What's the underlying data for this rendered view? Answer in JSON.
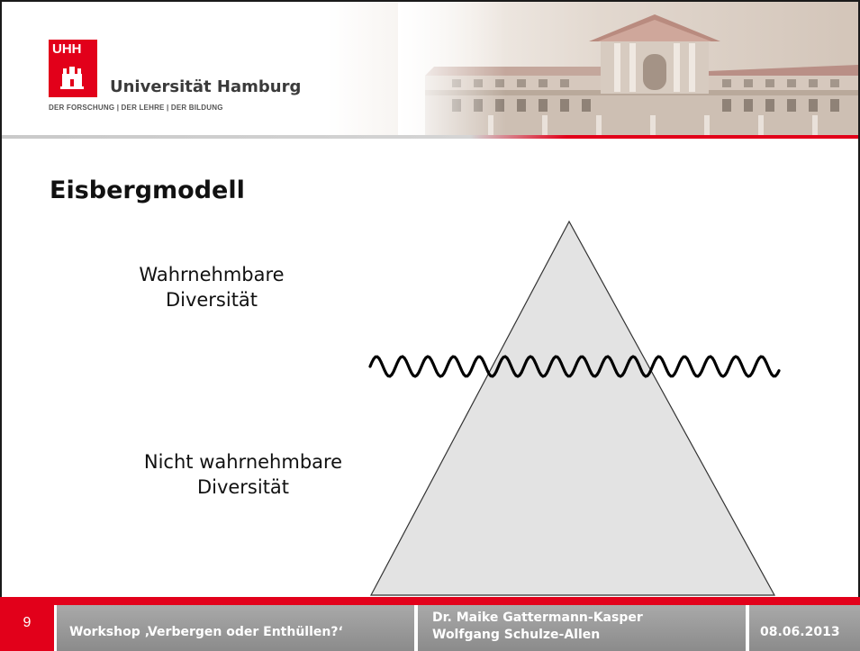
{
  "header": {
    "logo": {
      "badge_text": "UHH",
      "university_name": "Universität Hamburg",
      "tagline": "DER FORSCHUNG | DER LEHRE | DER BILDUNG",
      "brand_color": "#e2001a"
    },
    "banner_image": "university-main-building-illustration"
  },
  "slide": {
    "title": "Eisbergmodell"
  },
  "diagram": {
    "shape": "iceberg-triangle",
    "waterline": "wavy-line",
    "fill_color": "#e3e3e3",
    "labels": {
      "above_line_1": "Wahrnehmbare",
      "above_line_2": "Diversität",
      "below_line_1": "Nicht wahrnehmbare",
      "below_line_2": "Diversität"
    }
  },
  "footer": {
    "page_number": "9",
    "workshop": "Workshop ‚Verbergen oder Enthüllen?‘",
    "author_1": "Dr. Maike Gattermann-Kasper",
    "author_2": "Wolfgang Schulze-Allen",
    "date": "08.06.2013",
    "accent_color": "#e2001a",
    "bar_color": "#9a9a9a"
  }
}
